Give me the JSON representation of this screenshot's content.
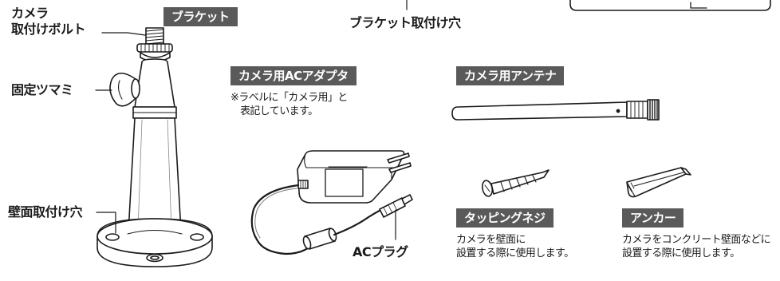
{
  "bracket": {
    "tag": "ブラケット",
    "camera_bolt_label_line1": "カメラ",
    "camera_bolt_label_line2": "取付けボルト",
    "knob_label": "固定ツマミ",
    "wall_hole_label": "壁面取付け穴",
    "mount_hole_label": "ブラケット取付け穴"
  },
  "adapter": {
    "tag": "カメラ用ACアダプタ",
    "note_line1": "※ラベルに「カメラ用」と",
    "note_line2": "表記しています。",
    "plug_label": "ACプラグ"
  },
  "antenna": {
    "tag": "カメラ用アンテナ"
  },
  "screw": {
    "tag": "タッピングネジ",
    "desc_line1": "カメラを壁面に",
    "desc_line2": "設置する際に使用します。"
  },
  "anchor": {
    "tag": "アンカー",
    "desc_line1": "カメラをコンクリート壁面などに",
    "desc_line2": "設置する際に使用します。"
  }
}
